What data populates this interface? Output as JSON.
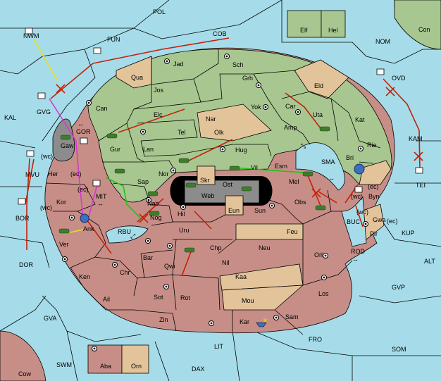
{
  "title": "Diplomacy variant map",
  "colors": {
    "sea": "#a6dce9",
    "power_green": "#a8c790",
    "power_red": "#c78e87",
    "neutral_tan": "#e3c49a",
    "impassable": "#8c8c8c",
    "order_move": "#c4210b",
    "order_support": "#23c21a",
    "order_convoy_yellow": "#e6e016",
    "order_convoy_magenta": "#d23ad2"
  },
  "sea_labels": [
    "POL",
    "COB",
    "FUN",
    "NWM",
    "NOM",
    "Con",
    "OVD",
    "KAL",
    "GVG",
    "GOR",
    "MIT",
    "MVU",
    "BOR",
    "DOR",
    "RBU",
    "SMA",
    "BUC",
    "ROD",
    "KAM",
    "TEI",
    "KUP",
    "ALT",
    "GVP",
    "GVA",
    "FRO",
    "SOM",
    "LIT",
    "SWM",
    "DAX",
    "Elf",
    "Hel",
    "Cow",
    "Aba",
    "Orn"
  ],
  "green_labels": [
    "Jad",
    "Sch",
    "Qua",
    "Jos",
    "Grh",
    "Eld",
    "Can",
    "Yok",
    "Car",
    "Uta",
    "Kat",
    "Elc",
    "Nar",
    "Tel",
    "Amp",
    "Olk",
    "Gur",
    "Lan",
    "Hug",
    "Bri",
    "Rie",
    "Esm",
    "Vil",
    "Nor",
    "Sap",
    "Mel",
    "Nab"
  ],
  "red_labels": [
    "Gaw",
    "Her",
    "Kor",
    "Ank",
    "Ver",
    "Nog",
    "Hil",
    "Uru",
    "Sun",
    "Feu",
    "Obs",
    "Byn",
    "Gwa",
    "Pir",
    "Chp",
    "Neu",
    "Bar",
    "Qwi",
    "Nil",
    "Orl",
    "Ken",
    "Chr",
    "Kaa",
    "Ail",
    "Sot",
    "Rot",
    "Mou",
    "Los",
    "Zin",
    "Kar",
    "Sam"
  ],
  "center_labels": [
    "Skr",
    "Ost",
    "Web",
    "Eun"
  ],
  "coast_tags": [
    "(wc)",
    "(ec)",
    "(ec)",
    "(wc)",
    "(ec)",
    "(wc)",
    "(ec)",
    "(wc)"
  ],
  "orders": {
    "move_count": 17,
    "support_count": 2,
    "convoy_count": 3
  }
}
